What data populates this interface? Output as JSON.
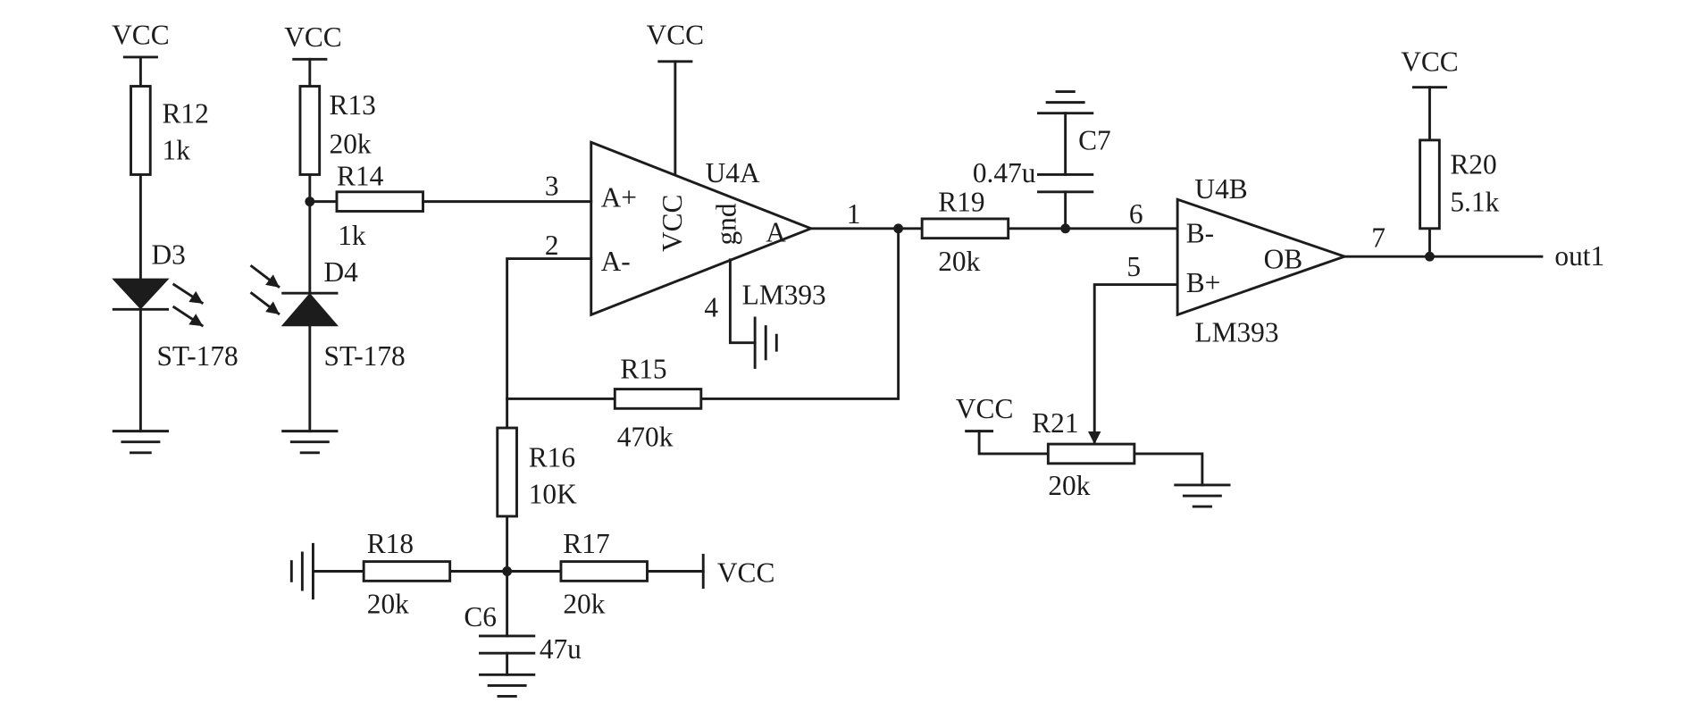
{
  "supply": {
    "vcc": "VCC"
  },
  "output_net": {
    "label": "out1"
  },
  "d3": {
    "ref": "D3",
    "part": "ST-178"
  },
  "d4": {
    "ref": "D4",
    "part": "ST-178"
  },
  "r12": {
    "ref": "R12",
    "value": "1k"
  },
  "r13": {
    "ref": "R13",
    "value": "20k"
  },
  "r14": {
    "ref": "R14",
    "value": "1k"
  },
  "r15": {
    "ref": "R15",
    "value": "470k"
  },
  "r16": {
    "ref": "R16",
    "value": "10K"
  },
  "r17": {
    "ref": "R17",
    "value": "20k"
  },
  "r18": {
    "ref": "R18",
    "value": "20k"
  },
  "r19": {
    "ref": "R19",
    "value": "20k"
  },
  "r20": {
    "ref": "R20",
    "value": "5.1k"
  },
  "r21": {
    "ref": "R21",
    "value": "20k"
  },
  "c6": {
    "ref": "C6",
    "value": "47u"
  },
  "c7": {
    "ref": "C7",
    "value": "0.47u"
  },
  "u4a": {
    "ref": "U4A",
    "part": "LM393",
    "labels": {
      "in_plus": "A+",
      "in_minus": "A-",
      "out": "A",
      "vcc": "VCC",
      "gnd": "gnd"
    },
    "pins": {
      "in_plus": "3",
      "in_minus": "2",
      "out": "1",
      "gnd": "4"
    }
  },
  "u4b": {
    "ref": "U4B",
    "part": "LM393",
    "labels": {
      "in_minus": "B-",
      "in_plus": "B+",
      "out": "OB"
    },
    "pins": {
      "in_minus": "6",
      "in_plus": "5",
      "out": "7"
    }
  }
}
